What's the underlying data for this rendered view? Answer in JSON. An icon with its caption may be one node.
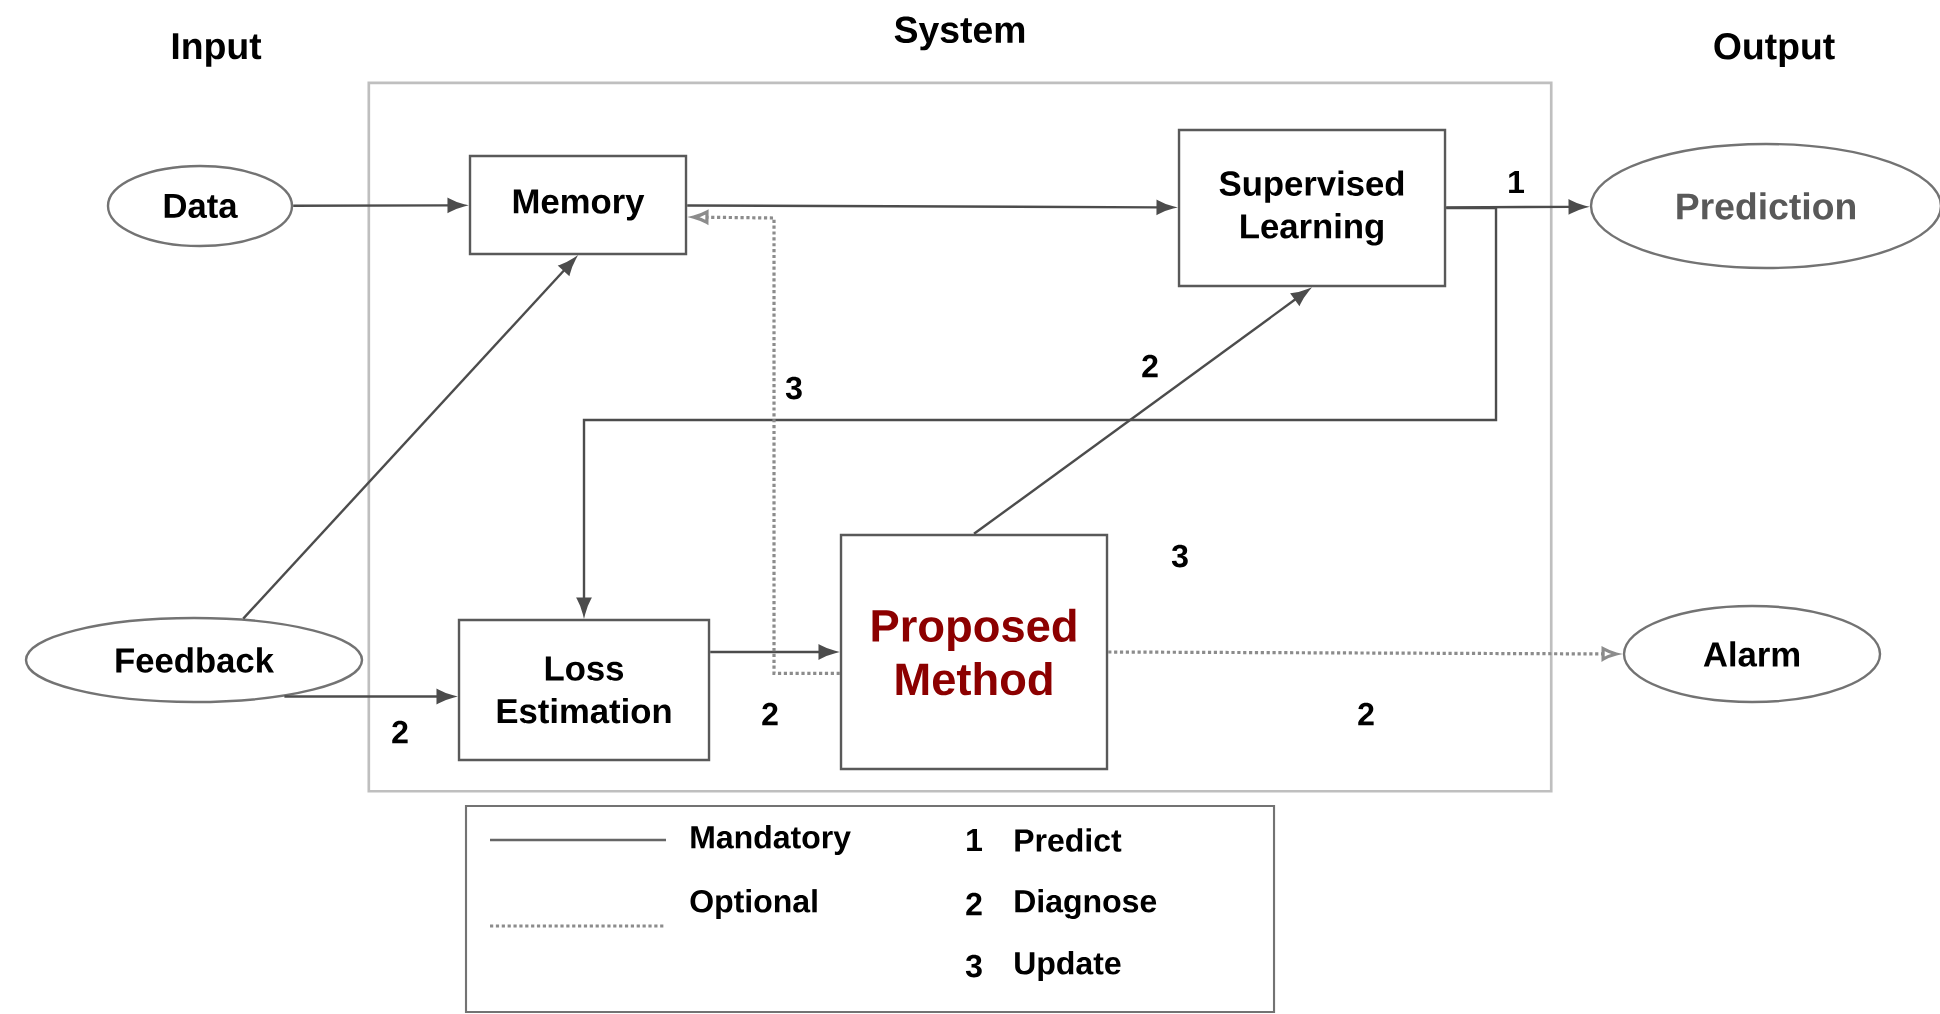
{
  "diagram": {
    "nodes": [
      {
        "text": [
          "System"
        ]
      },
      {
        "text": [
          "Data"
        ]
      },
      {
        "text": [
          "Memory"
        ],
        "in": 0
      },
      {
        "text": [
          "Supervised Learning"
        ],
        "in": 0
      },
      {
        "text": [
          "Prediction"
        ]
      },
      {
        "text": [
          "Feedback"
        ]
      },
      {
        "text": [
          "Loss Estimation"
        ],
        "in": 0
      },
      {
        "text": [
          "Proposed Method"
        ],
        "in": 0
      },
      {
        "text": [
          "Alarm"
        ]
      }
    ],
    "edges": [
      {
        "from": 1,
        "to": 2,
        "arrow": "to"
      },
      {
        "from": 2,
        "to": 3,
        "arrow": "to"
      },
      {
        "from": 3,
        "to": 4,
        "arrow": "to",
        "label": "1"
      },
      {
        "from": 3,
        "to": 6,
        "arrow": "to"
      },
      {
        "from": 5,
        "to": 2,
        "arrow": "to"
      },
      {
        "from": 5,
        "to": 6,
        "arrow": "to",
        "label": "2"
      },
      {
        "from": 6,
        "to": 7,
        "arrow": "to",
        "label": "2"
      },
      {
        "from": 7,
        "to": 3,
        "arrow": "to",
        "label": "2"
      },
      {
        "from": 7,
        "to": 2,
        "arrow": "to",
        "label": "3",
        "style": "dashed"
      },
      {
        "from": 7,
        "to": 8,
        "arrow": "to",
        "label": "2",
        "style": "dashed"
      }
    ],
    "labels": [
      "Input",
      "Output",
      "3",
      "1",
      "Predict",
      "2",
      "Diagnose",
      "3",
      "Update"
    ],
    "legend": [
      {
        "text": "Mandatory"
      },
      {
        "text": "Optional"
      }
    ]
  }
}
